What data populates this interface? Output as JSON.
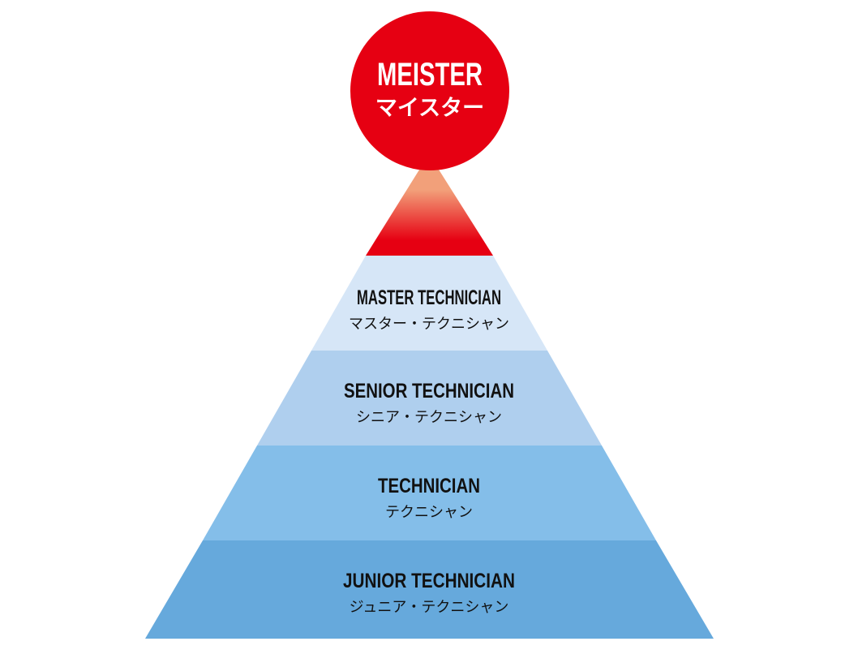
{
  "top": {
    "title": "MEISTER",
    "subtitle": "マイスター",
    "color": "#e60012"
  },
  "apex": {
    "gradient_top": "#f2a07a",
    "gradient_bottom": "#e60012"
  },
  "tiers": [
    {
      "title": "MASTER TECHNICIAN",
      "subtitle": "マスター・テクニシャン",
      "color": "#d6e6f7"
    },
    {
      "title": "SENIOR TECHNICIAN",
      "subtitle": "シニア・テクニシャン",
      "color": "#afcfee"
    },
    {
      "title": "TECHNICIAN",
      "subtitle": "テクニシャン",
      "color": "#84bee9"
    },
    {
      "title": "JUNIOR TECHNICIAN",
      "subtitle": "ジュニア・テクニシャン",
      "color": "#66a9dc"
    }
  ]
}
